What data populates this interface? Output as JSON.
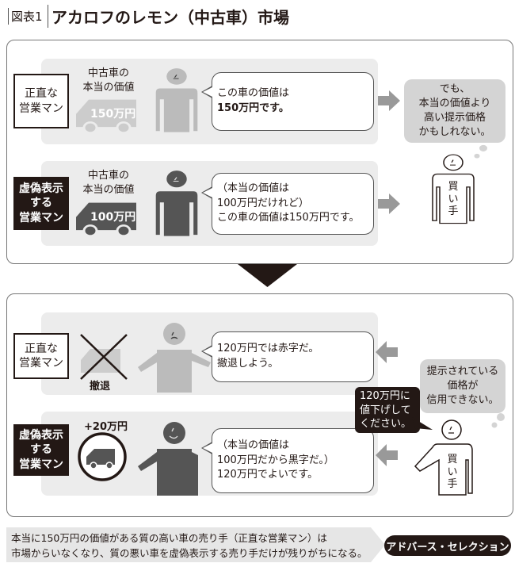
{
  "header": {
    "figure_label": "図表1",
    "title": "アカロフのレモン（中古車）市場"
  },
  "top": {
    "row1": {
      "label_lines": [
        "正直な",
        "営業マン"
      ],
      "caption_lines": [
        "中古車の",
        "本当の価値"
      ],
      "car_price": "150万円",
      "speech_lines": [
        "この車の価値は",
        "150万円です。"
      ]
    },
    "row2": {
      "label_lines": [
        "虚偽表示",
        "する",
        "営業マン"
      ],
      "caption_lines": [
        "中古車の",
        "本当の価値"
      ],
      "car_price": "100万円",
      "speech_lines": [
        "（本当の価値は",
        "100万円だけれど）",
        "この車の価値は150万円です。"
      ]
    },
    "buyer_thought_lines": [
      "でも、",
      "本当の価値より",
      "高い提示価格",
      "かもしれない。"
    ],
    "buyer_label": "買い手"
  },
  "bottom": {
    "row1": {
      "label_lines": [
        "正直な",
        "営業マン"
      ],
      "car_caption": "撤退",
      "speech_lines": [
        "120万円では赤字だ。",
        "撤退しよう。"
      ]
    },
    "row2": {
      "label_lines": [
        "虚偽表示",
        "する",
        "営業マン"
      ],
      "car_caption": "+20万円",
      "speech_lines": [
        "（本当の価値は",
        "100万円だから黒字だ。）",
        "120万円でよいです。"
      ]
    },
    "buyer_request_lines": [
      "120万円に",
      "値下げして",
      "ください。"
    ],
    "buyer_thought_lines": [
      "提示されている",
      "価格が",
      "信用できない。"
    ],
    "buyer_label": "買い手"
  },
  "footer": {
    "summary_lines": [
      "本当に150万円の価値がある質の高い車の売り手（正直な営業マン）は",
      "市場からいなくなり、質の悪い車を虚偽表示する売り手だけが残りがちになる。"
    ],
    "conclusion": "アドバース・セレクション"
  }
}
